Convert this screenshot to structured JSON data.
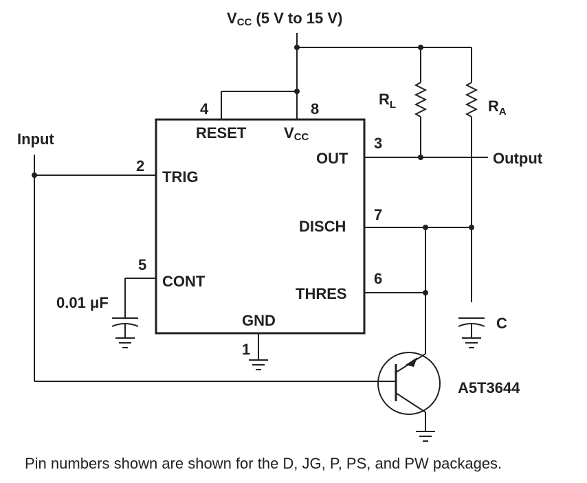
{
  "supply": {
    "label_main": "V",
    "label_sub": "CC",
    "label_rest": " (5 V to 15 V)"
  },
  "ic": {
    "pins": {
      "reset": {
        "num": "4",
        "name": "RESET"
      },
      "vcc": {
        "num": "8",
        "name_main": "V",
        "name_sub": "CC"
      },
      "out": {
        "num": "3",
        "name": "OUT"
      },
      "trig": {
        "num": "2",
        "name": "TRIG"
      },
      "disch": {
        "num": "7",
        "name": "DISCH"
      },
      "cont": {
        "num": "5",
        "name": "CONT"
      },
      "thres": {
        "num": "6",
        "name": "THRES"
      },
      "gnd": {
        "num": "1",
        "name": "GND"
      }
    }
  },
  "components": {
    "rl": {
      "main": "R",
      "sub": "L"
    },
    "ra": {
      "main": "R",
      "sub": "A"
    },
    "c": "C",
    "cont_cap": "0.01 μF",
    "transistor": "A5T3644"
  },
  "io": {
    "input": "Input",
    "output": "Output"
  },
  "caption": "Pin numbers shown are shown for the D, JG, P, PS, and PW packages."
}
